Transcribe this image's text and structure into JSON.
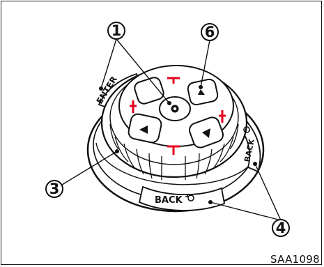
{
  "figure_code": "SAA1098",
  "controller": {
    "enter_label": "ENTER",
    "back_label_front": "BACK",
    "back_label_side": "BACK"
  },
  "callouts": {
    "c1": "1",
    "c3": "3",
    "c4": "4",
    "c6": "6"
  },
  "colors": {
    "ink": "#111111",
    "accent": "#e3001b"
  }
}
